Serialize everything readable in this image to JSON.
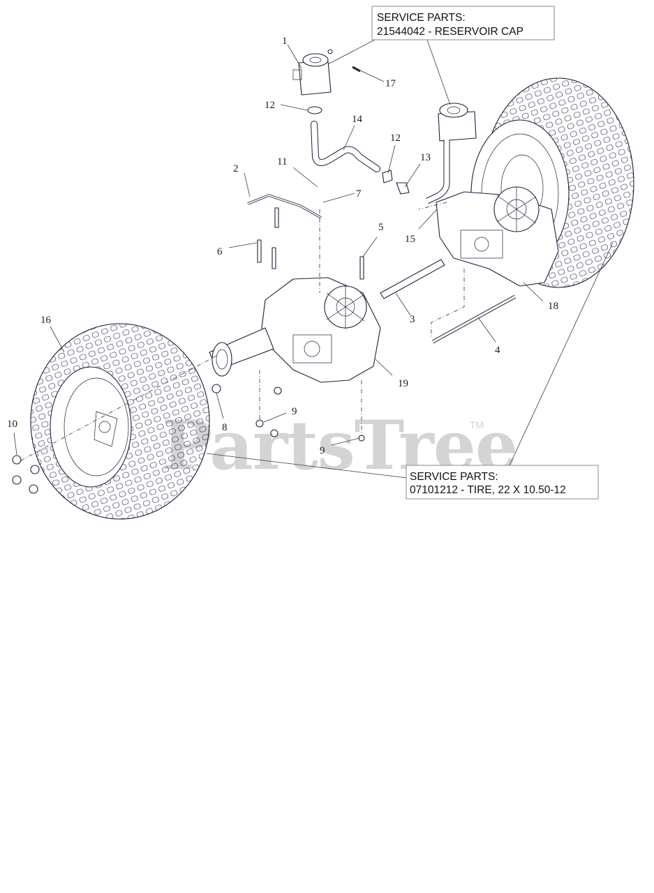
{
  "service_boxes": {
    "reservoir": {
      "line1": "SERVICE PARTS:",
      "line2": "21544042 - RESERVOIR CAP"
    },
    "tire": {
      "line1": "SERVICE PARTS:",
      "line2": "07101212 - TIRE, 22 X 10.50-12"
    }
  },
  "callouts": {
    "c1": "1",
    "c2": "2",
    "c3": "3",
    "c4": "4",
    "c5": "5",
    "c6": "6",
    "c7": "7",
    "c8": "8",
    "c9a": "9",
    "c9b": "9",
    "c10": "10",
    "c11": "11",
    "c12a": "12",
    "c12b": "12",
    "c13": "13",
    "c14": "14",
    "c15": "15",
    "c16": "16",
    "c17": "17",
    "c18": "18",
    "c19": "19"
  },
  "watermark": {
    "brand": "PartsTree",
    "tm": "TM"
  }
}
